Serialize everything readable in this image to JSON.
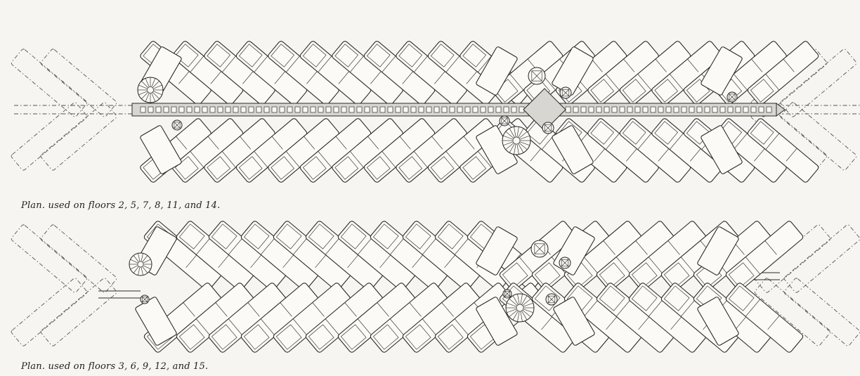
{
  "plans": [
    {
      "id": "top",
      "caption": "Plan. used on floors 2, 5, 7, 8, 11, and 14."
    },
    {
      "id": "bottom",
      "caption": "Plan. used on floors 3, 6, 9, 12, and 15."
    }
  ]
}
